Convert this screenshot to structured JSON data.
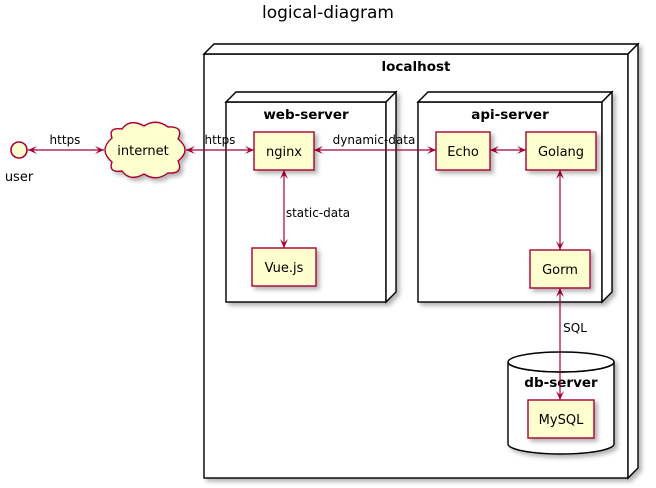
{
  "title": "logical-diagram",
  "actor": {
    "label": "user"
  },
  "cloud": {
    "label": "internet"
  },
  "nodes": {
    "localhost": "localhost",
    "web_server": "web-server",
    "api_server": "api-server",
    "db_server": "db-server"
  },
  "components": {
    "nginx": "nginx",
    "vuejs": "Vue.js",
    "echo": "Echo",
    "golang": "Golang",
    "gorm": "Gorm",
    "mysql": "MySQL"
  },
  "edges": {
    "user_internet": "https",
    "internet_nginx": "https",
    "nginx_vue": "static-data",
    "nginx_echo": "dynamic-data",
    "gorm_mysql": "SQL"
  },
  "colors": {
    "component_fill": "#fefece",
    "accent": "#a80036",
    "border": "#000000"
  }
}
